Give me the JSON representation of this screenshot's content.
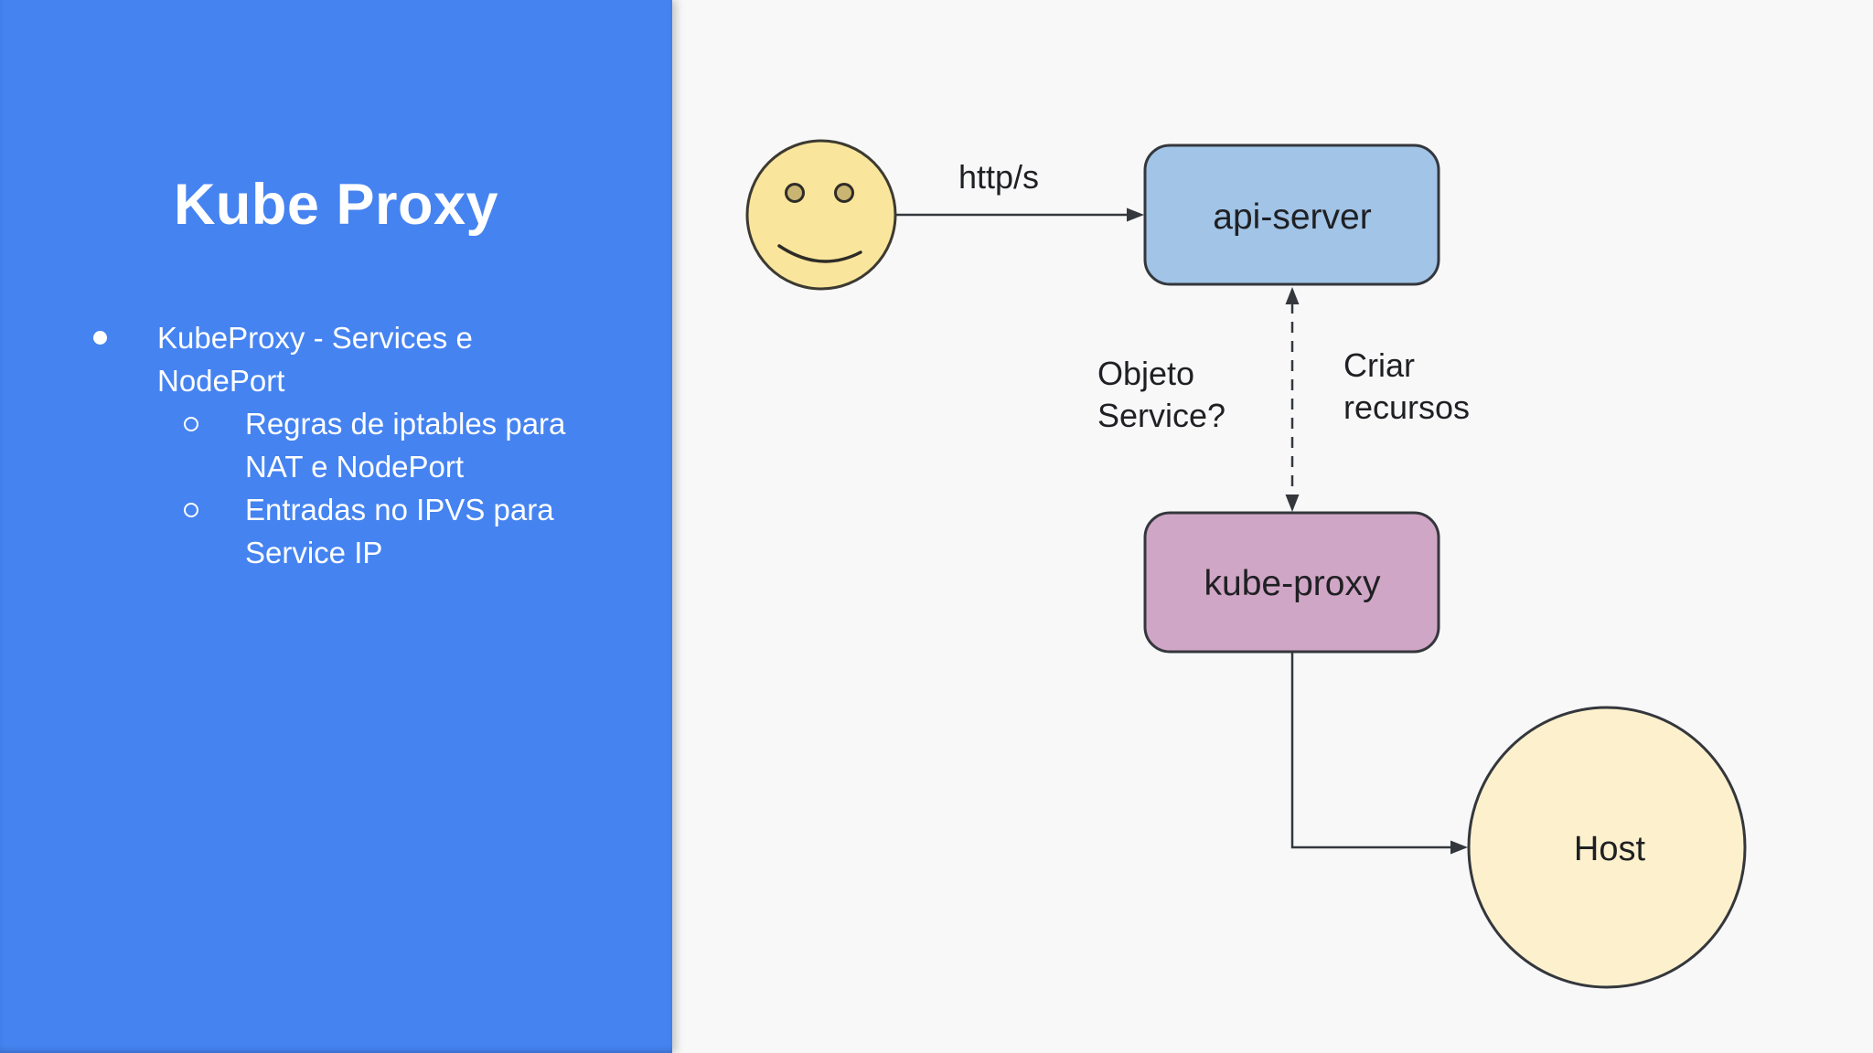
{
  "slide": {
    "title": "Kube Proxy",
    "bullets": {
      "item1": {
        "line1": "KubeProxy - Services e",
        "line2": "NodePort"
      },
      "item2": {
        "line1": "Regras de iptables para",
        "line2": "NAT e NodePort"
      },
      "item3": {
        "line1": "Entradas no IPVS para",
        "line2": "Service IP"
      }
    }
  },
  "diagram": {
    "http_arrow_label": "http/s",
    "api_server_label": "api-server",
    "kube_proxy_label": "kube-proxy",
    "host_label": "Host",
    "question_label_line1": "Objeto",
    "question_label_line2": "Service?",
    "action_label_line1": "Criar",
    "action_label_line2": "recursos"
  },
  "colors": {
    "sidebar_blue": "#4583f1",
    "background": "#f8f8f9",
    "api_server_fill": "#a1c4e7",
    "kube_proxy_fill": "#d0a6c6",
    "face_fill": "#fae59c",
    "eye_fill": "#c9b472",
    "host_fill": "#fdf1cd",
    "outline_dark": "#34373c",
    "text_dark": "#1f2023",
    "text_light": "#ffffff"
  }
}
